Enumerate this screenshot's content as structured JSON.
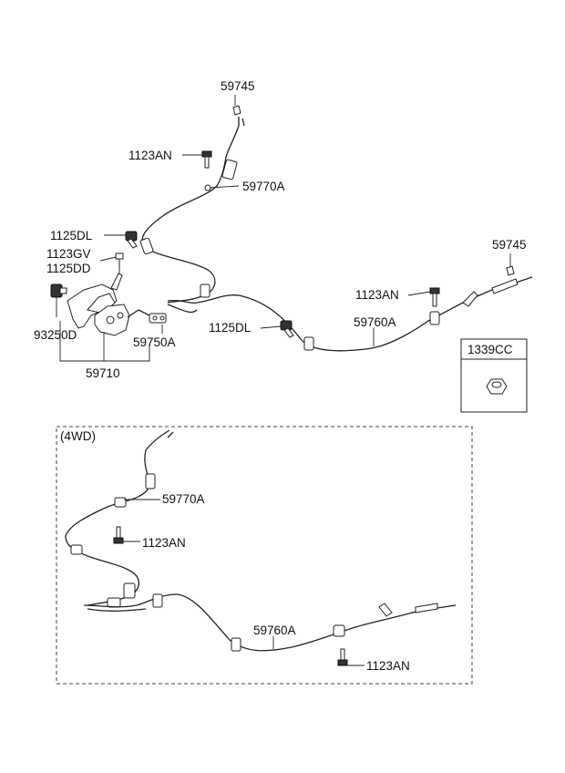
{
  "colors": {
    "line": "#222222",
    "background": "#ffffff"
  },
  "main": {
    "labels": {
      "p59745_top": "59745",
      "p1123AN_top": "1123AN",
      "p59770A_top": "59770A",
      "p1125DL_left": "1125DL",
      "p1123GV": "1123GV",
      "p1125DD": "1125DD",
      "p93250D": "93250D",
      "p59750A": "59750A",
      "p59710": "59710",
      "p1125DL_mid": "1125DL",
      "p1123AN_right": "1123AN",
      "p59760A_top": "59760A",
      "p59745_right": "59745",
      "p1339CC": "1339CC"
    }
  },
  "fwd": {
    "heading": "(4WD)",
    "labels": {
      "p59770A": "59770A",
      "p1123AN_a": "1123AN",
      "p59760A": "59760A",
      "p1123AN_b": "1123AN"
    }
  }
}
